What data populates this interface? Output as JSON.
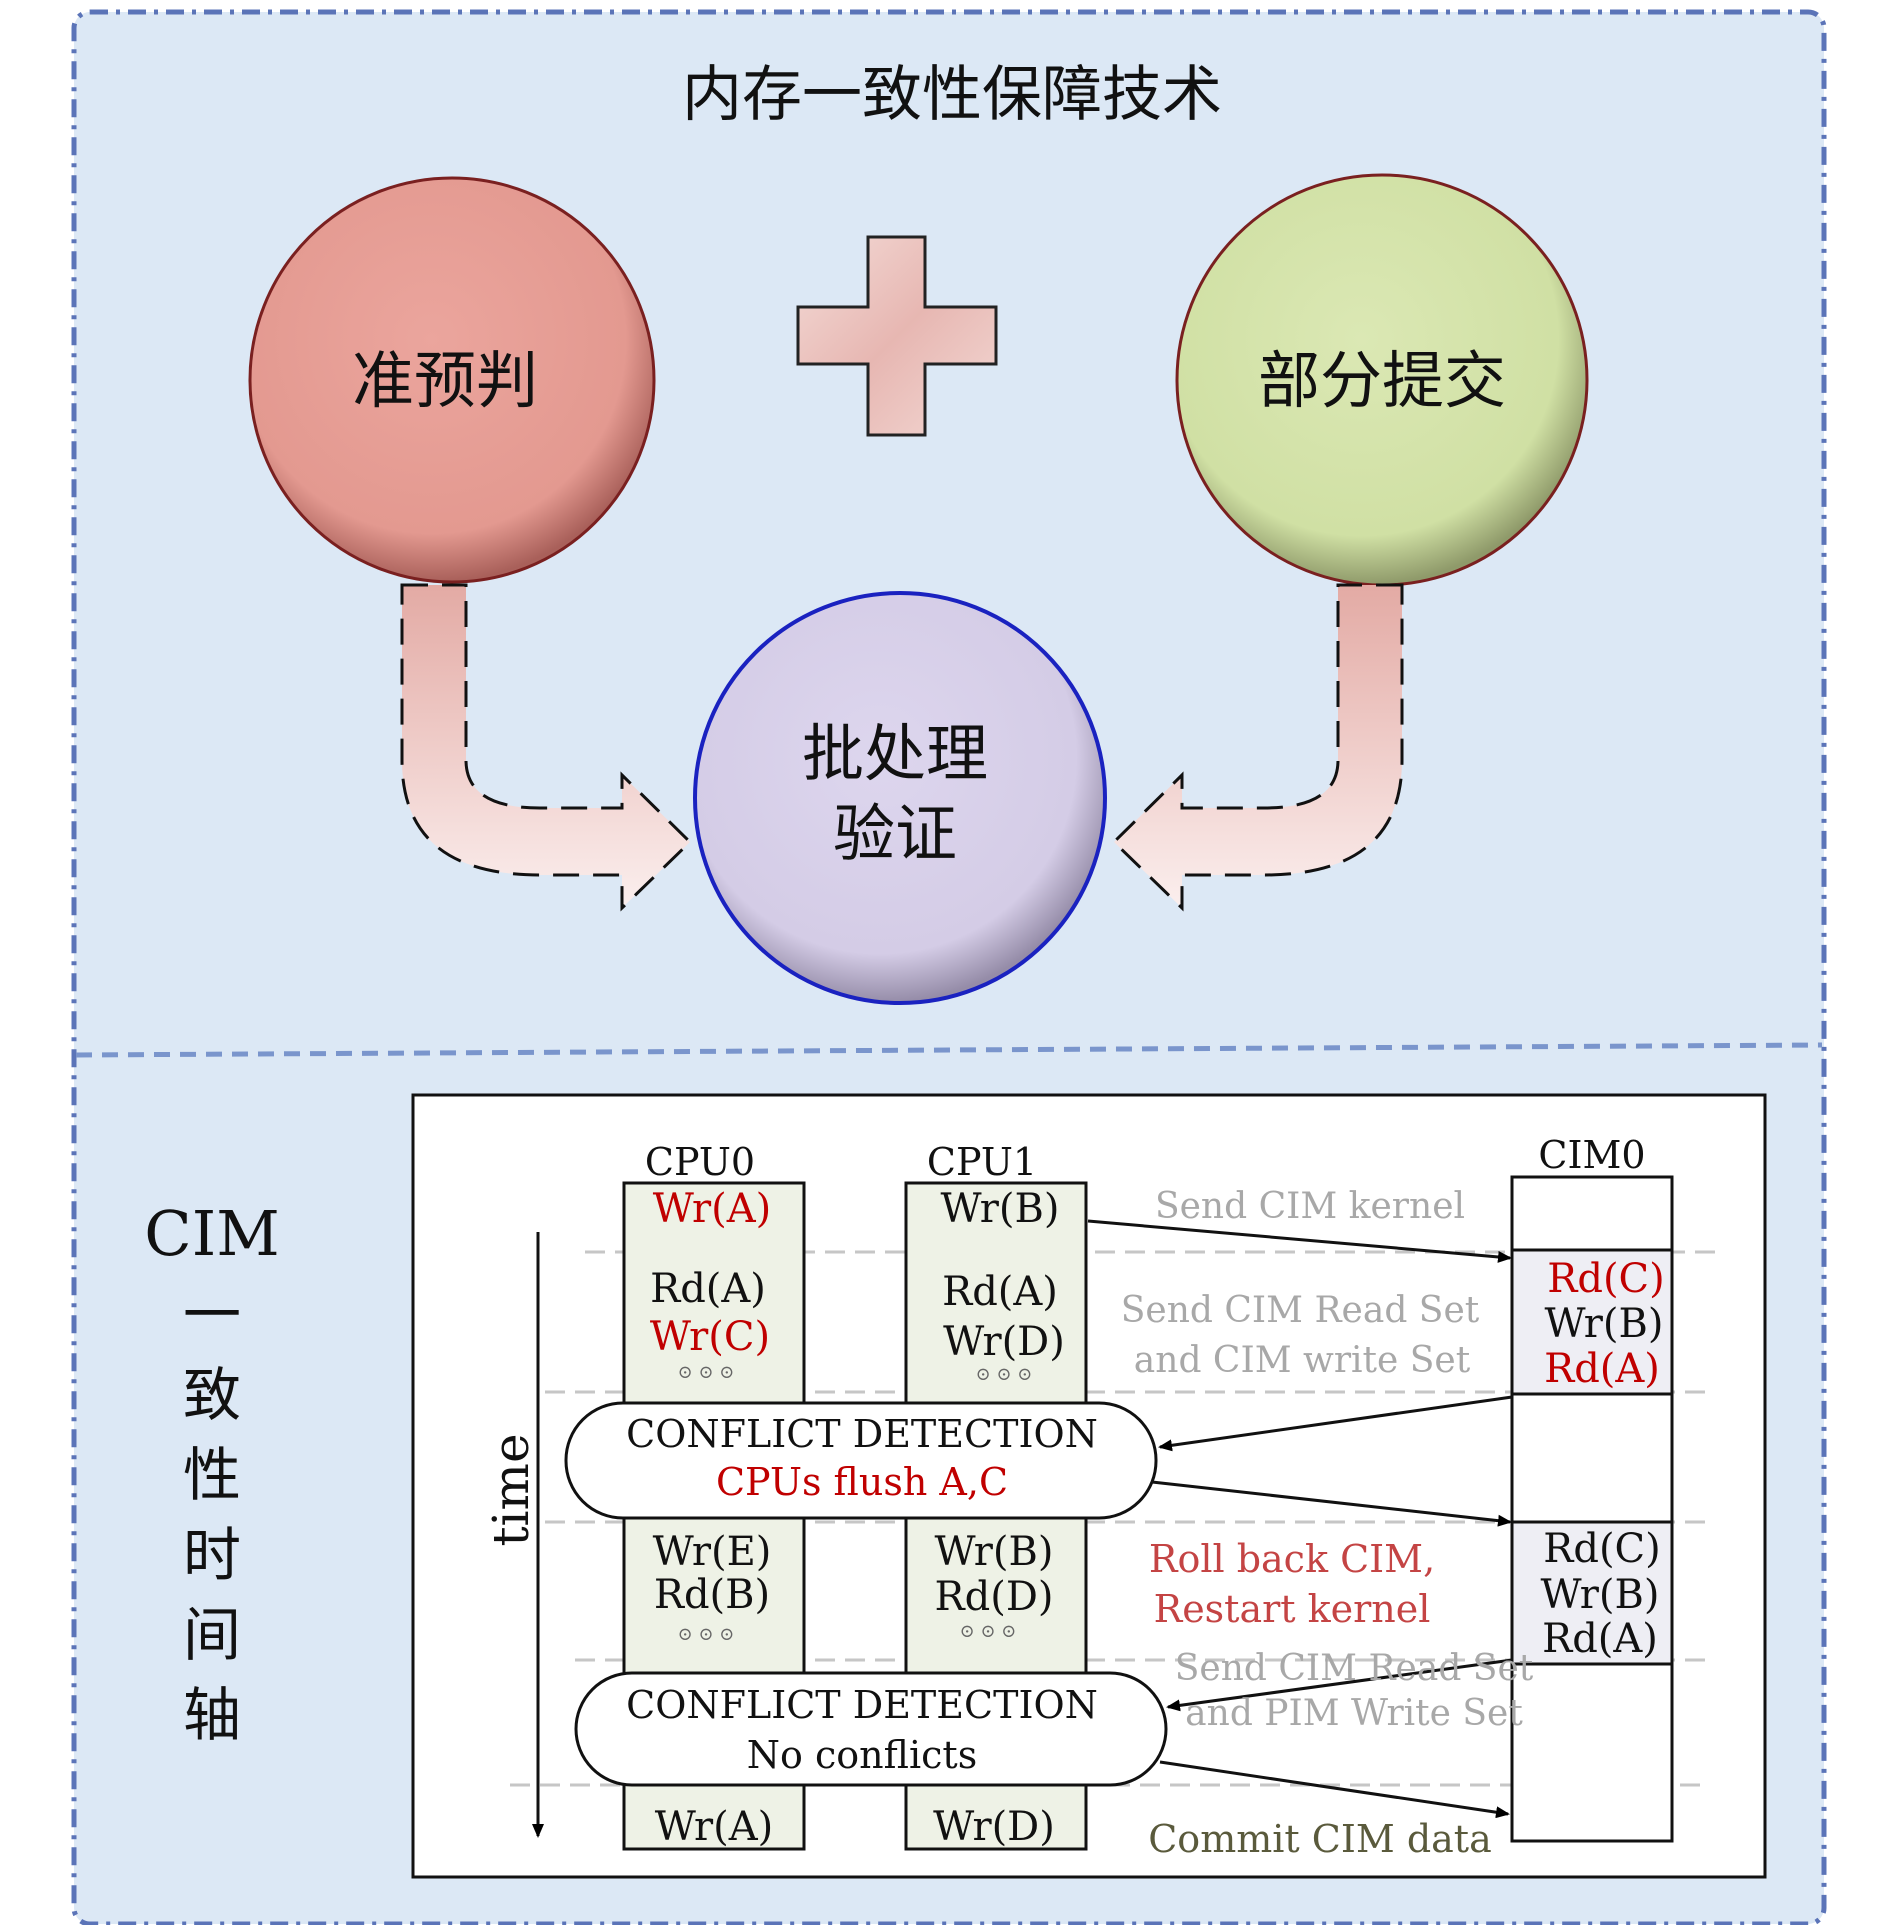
{
  "top_panel": {
    "title": "内存一致性保障技术",
    "left_circle": "准预判",
    "right_circle": "部分提交",
    "center_circle_line1": "批处理",
    "center_circle_line2": "验证"
  },
  "bottom_panel": {
    "side_label": [
      "CIM",
      "一",
      "致",
      "性",
      "时",
      "间",
      "轴"
    ],
    "time_label": "time",
    "col_headers": {
      "cpu0": "CPU0",
      "cpu1": "CPU1",
      "cim": "CIM0"
    },
    "cpu0": {
      "row1": "Wr(A)",
      "row2a": "Rd(A)",
      "row2b": "Wr(C)",
      "row3a": "Wr(E)",
      "row3b": "Rd(B)",
      "row4": "Wr(A)"
    },
    "cpu1": {
      "row1": "Wr(B)",
      "row2a": "Rd(A)",
      "row2b": "Wr(D)",
      "row3a": "Wr(B)",
      "row3b": "Rd(D)",
      "row4": "Wr(D)"
    },
    "cim": {
      "set1a": "Rd(C)",
      "set1b": "Wr(B)",
      "set1c": "Rd(A)",
      "set2a": "Rd(C)",
      "set2b": "Wr(B)",
      "set2c": "Rd(A)"
    },
    "dots": "⊙ ⊙ ⊙",
    "conflict1_title": "CONFLICT DETECTION",
    "conflict1_sub": "CPUs flush A,C",
    "conflict2_title": "CONFLICT DETECTION",
    "conflict2_sub": "No conflicts",
    "msg_send_kernel": "Send CIM kernel",
    "msg_read_set_l1": "Send CIM Read Set",
    "msg_read_set_l2": "and CIM write Set",
    "msg_rollback_l1": "Roll back CIM,",
    "msg_rollback_l2": "Restart kernel",
    "msg_read_set2_l1": "Send CIM Read Set",
    "msg_read_set2_l2": "and PIM Write Set",
    "msg_commit": "Commit CIM data"
  },
  "colors": {
    "panel_bg": "#dce8f5",
    "panel_border": "#5b74b8",
    "red_text": "#c00000",
    "light_red_text": "#c44444",
    "gray_text": "#a8a8a8",
    "olive_text": "#5a5a3c",
    "left_circle": "#e89e96",
    "right_circle": "#d4e4a8",
    "center_circle": "#d8d0ea",
    "cpu_column": "#eef2e6",
    "cim_set": "#eeeef4"
  }
}
